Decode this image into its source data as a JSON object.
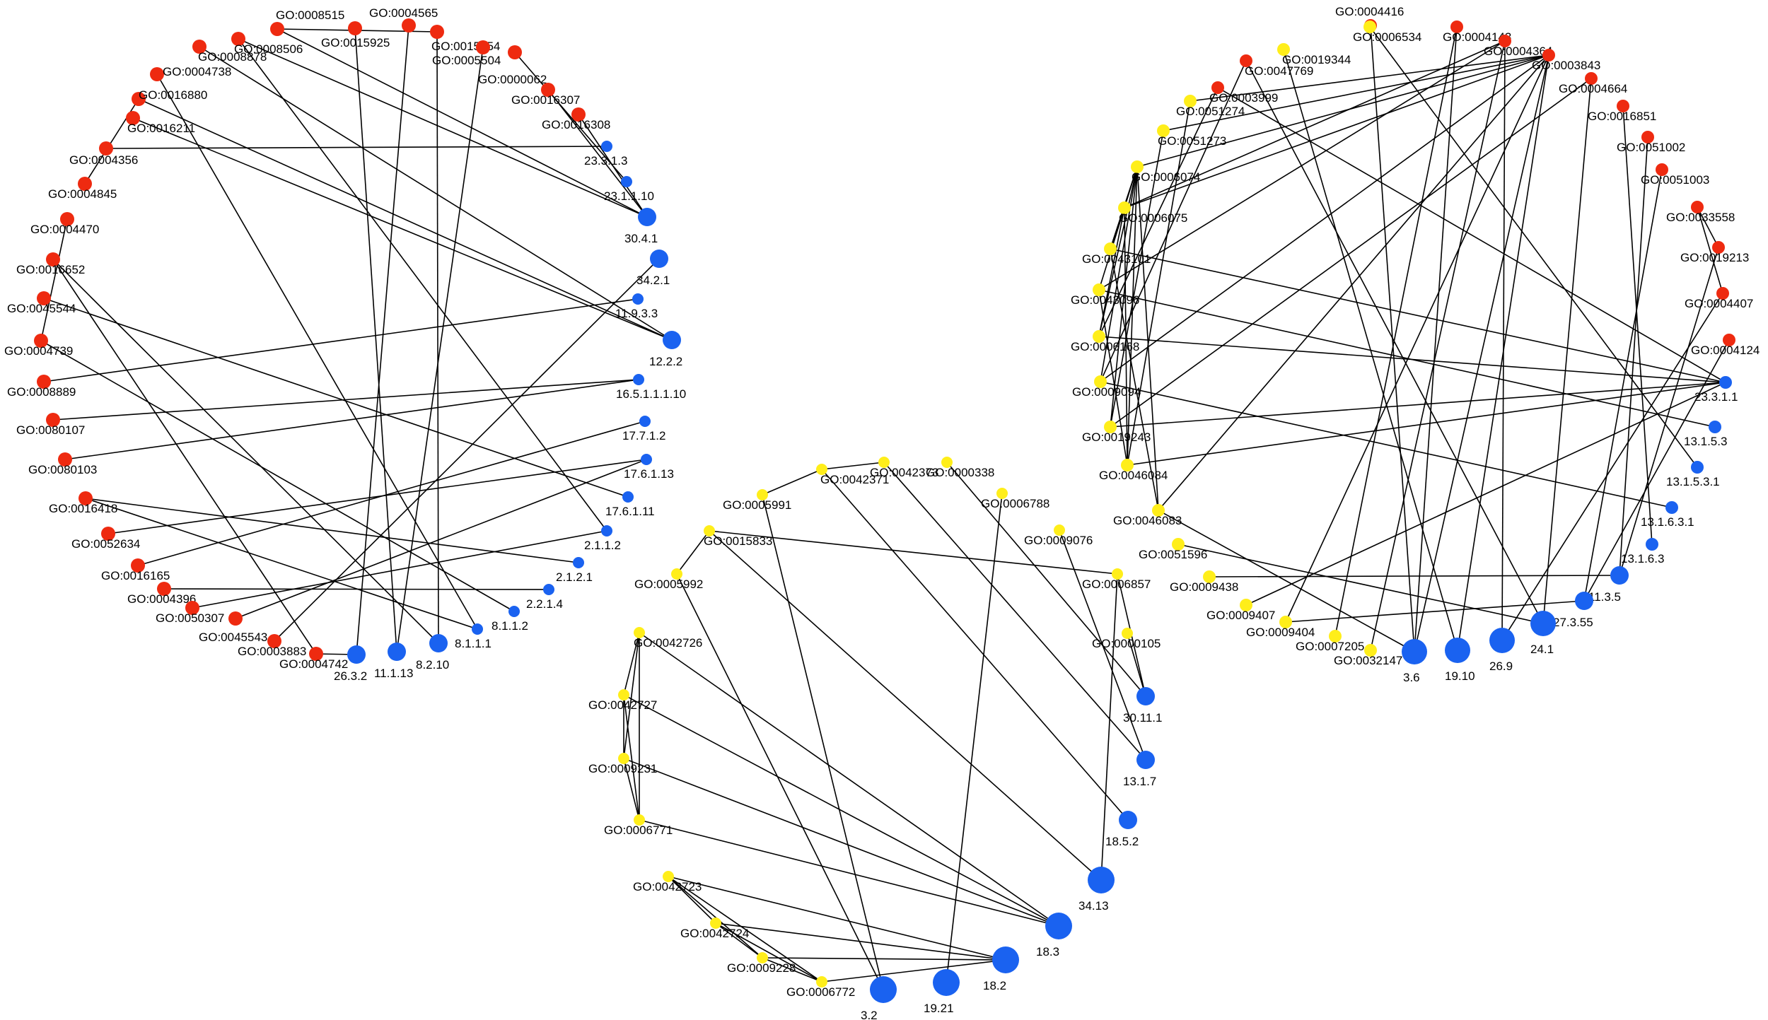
{
  "colors": {
    "go_a": "#ee2a10",
    "go_b": "#ffee1a",
    "target": "#1a62f0",
    "edge": "#000000"
  },
  "networks": [
    {
      "go_color": "#ee2a10",
      "go_nodes": [
        "GO:0008515",
        "GO:0004565",
        "GO:0008506",
        "GO:0015925",
        "GO:0015154",
        "GO:0008878",
        "GO:0005504",
        "GO:0000062",
        "GO:0004738",
        "GO:0016307",
        "GO:0016880",
        "GO:0016308",
        "GO:0016211",
        "GO:0004356",
        "GO:0004845",
        "GO:0004470",
        "GO:0016652",
        "GO:0045544",
        "GO:0004739",
        "GO:0008889",
        "GO:0080107",
        "GO:0080103",
        "GO:0016418",
        "GO:0052634",
        "GO:0016165",
        "GO:0004396",
        "GO:0050307",
        "GO:0045543",
        "GO:0003883",
        "GO:0004742"
      ],
      "targets": [
        "23.3.1.3",
        "23.1.1.10",
        "30.4.1",
        "34.2.1",
        "11.9.3.3",
        "12.2.2",
        "16.5.1.1.1.10",
        "17.7.1.2",
        "17.6.1.13",
        "17.6.1.11",
        "2.1.1.2",
        "2.1.2.1",
        "2.2.1.4",
        "8.1.1.2",
        "8.1.1.1",
        "8.2.10",
        "11.1.13",
        "26.3.2"
      ],
      "edges": [
        [
          "GO:0004356",
          "23.3.1.3"
        ],
        [
          "GO:0008889",
          "11.9.3.3"
        ],
        [
          "GO:0080107",
          "16.5.1.1.1.10"
        ],
        [
          "GO:0080103",
          "16.5.1.1.1.10"
        ],
        [
          "GO:0052634",
          "17.6.1.13"
        ],
        [
          "GO:0016165",
          "17.7.1.2"
        ],
        [
          "GO:0004396",
          "2.2.1.4"
        ],
        [
          "GO:0016418",
          "2.1.2.1"
        ],
        [
          "GO:0045543",
          "17.6.1.13"
        ],
        [
          "GO:0050307",
          "2.1.1.2"
        ],
        [
          "GO:0016418",
          "8.1.1.1"
        ],
        [
          "GO:0045544",
          "17.6.1.11"
        ],
        [
          "GO:0016652",
          "8.2.10"
        ],
        [
          "GO:0004739",
          "8.1.1.2"
        ],
        [
          "GO:0004738",
          "8.1.1.1"
        ],
        [
          "GO:0008878",
          "12.2.2"
        ],
        [
          "GO:0016880",
          "12.2.2"
        ],
        [
          "GO:0016211",
          "12.2.2"
        ],
        [
          "GO:0008506",
          "2.1.1.2"
        ],
        [
          "GO:0008515",
          "30.4.1"
        ],
        [
          "GO:0008506",
          "30.4.1"
        ],
        [
          "GO:0004565",
          "26.3.2"
        ],
        [
          "GO:0015925",
          "11.1.13"
        ],
        [
          "GO:0005504",
          "11.1.13"
        ],
        [
          "GO:0015154",
          "8.2.10"
        ],
        [
          "GO:0000062",
          "23.1.1.10"
        ],
        [
          "GO:0016307",
          "30.4.1"
        ],
        [
          "GO:0016308",
          "30.4.1"
        ],
        [
          "GO:0003883",
          "34.2.1"
        ],
        [
          "GO:0004742",
          "26.3.2"
        ],
        [
          "GO:0004470",
          "GO:0004739"
        ],
        [
          "GO:0008515",
          "GO:0015154"
        ],
        [
          "GO:0016652",
          "GO:0004742"
        ],
        [
          "GO:0004845",
          "GO:0016880"
        ]
      ]
    },
    {
      "go_color": "#ffee1a",
      "go_nodes": [
        "GO:0042371",
        "GO:0042373",
        "GO:0000338",
        "GO:0006788",
        "GO:0005991",
        "GO:0015833",
        "GO:0009076",
        "GO:0006857",
        "GO:0005992",
        "GO:0000105",
        "GO:0042726",
        "GO:0042727",
        "GO:0009231",
        "GO:0006771",
        "GO:0042723",
        "GO:0042724",
        "GO:0009228",
        "GO:0006772"
      ],
      "targets": [
        "30.11.1",
        "13.1.7",
        "18.5.2",
        "34.13",
        "18.3",
        "18.2",
        "19.21",
        "3.2"
      ],
      "edges": [
        [
          "GO:0042371",
          "GO:0042373"
        ],
        [
          "GO:0042371",
          "GO:0005991"
        ],
        [
          "GO:0015833",
          "GO:0005992"
        ],
        [
          "GO:0015833",
          "GO:0006857"
        ],
        [
          "GO:0015833",
          "34.13"
        ],
        [
          "GO:0042371",
          "18.5.2"
        ],
        [
          "GO:0042373",
          "13.1.7"
        ],
        [
          "GO:0000338",
          "30.11.1"
        ],
        [
          "GO:0006788",
          "19.21"
        ],
        [
          "GO:0009076",
          "13.1.7"
        ],
        [
          "GO:0006857",
          "30.11.1"
        ],
        [
          "GO:0000105",
          "30.11.1"
        ],
        [
          "GO:0006857",
          "34.13"
        ],
        [
          "GO:0005992",
          "3.2"
        ],
        [
          "GO:0005991",
          "3.2"
        ],
        [
          "GO:0042726",
          "GO:0042727"
        ],
        [
          "GO:0042726",
          "GO:0009231"
        ],
        [
          "GO:0042726",
          "GO:0006771"
        ],
        [
          "GO:0042727",
          "GO:0009231"
        ],
        [
          "GO:0042727",
          "GO:0006771"
        ],
        [
          "GO:0009231",
          "GO:0006771"
        ],
        [
          "GO:0042726",
          "18.3"
        ],
        [
          "GO:0042727",
          "18.3"
        ],
        [
          "GO:0009231",
          "18.3"
        ],
        [
          "GO:0006771",
          "18.3"
        ],
        [
          "GO:0042723",
          "GO:0042724"
        ],
        [
          "GO:0042723",
          "GO:0009228"
        ],
        [
          "GO:0042723",
          "GO:0006772"
        ],
        [
          "GO:0042724",
          "GO:0009228"
        ],
        [
          "GO:0042724",
          "GO:0006772"
        ],
        [
          "GO:0009228",
          "GO:0006772"
        ],
        [
          "GO:0042723",
          "18.2"
        ],
        [
          "GO:0042724",
          "18.2"
        ],
        [
          "GO:0009228",
          "18.2"
        ],
        [
          "GO:0006772",
          "18.2"
        ]
      ]
    },
    {
      "go_color_a": "#ee2a10",
      "go_color_b": "#ffee1a",
      "go_nodes": [
        "GO:0004416",
        "GO:0006534",
        "GO:0004143",
        "GO:0019344",
        "GO:0004364",
        "GO:0047769",
        "GO:0003843",
        "GO:0003999",
        "GO:0004664",
        "GO:0051274",
        "GO:0016851",
        "GO:0051273",
        "GO:0051002",
        "GO:0006074",
        "GO:0051003",
        "GO:0006075",
        "GO:0033558",
        "GO:0019213",
        "GO:0043101",
        "GO:0004407",
        "GO:0043096",
        "GO:0004124",
        "GO:0006168",
        "GO:0009094",
        "GO:0019243",
        "GO:0046084",
        "GO:0046083",
        "GO:0051596",
        "GO:0009438",
        "GO:0009407",
        "GO:0009404",
        "GO:0007205",
        "GO:0032147"
      ],
      "targets": [
        "23.3.1.1",
        "13.1.5.3",
        "13.1.5.3.1",
        "13.1.6.3.1",
        "13.1.6.3",
        "11.3.5",
        "27.3.55",
        "24.1",
        "26.9",
        "19.10",
        "3.6"
      ],
      "edges": [
        [
          "GO:0004416",
          "GO:0006534"
        ],
        [
          "GO:0004416",
          "3.6"
        ],
        [
          "GO:0006534",
          "13.1.5.3.1"
        ],
        [
          "GO:0004143",
          "3.6"
        ],
        [
          "GO:0019344",
          "19.10"
        ],
        [
          "GO:0004364",
          "26.9"
        ],
        [
          "GO:0004364",
          "GO:0006075"
        ],
        [
          "GO:0004364",
          "GO:0043096"
        ],
        [
          "GO:0003843",
          "GO:0051274"
        ],
        [
          "GO:0003843",
          "GO:0051273"
        ],
        [
          "GO:0003843",
          "GO:0006074"
        ],
        [
          "GO:0003843",
          "GO:0006075"
        ],
        [
          "GO:0003843",
          "GO:0009094"
        ],
        [
          "GO:0003843",
          "GO:0046083"
        ],
        [
          "GO:0003843",
          "GO:0009404"
        ],
        [
          "GO:0003843",
          "3.6"
        ],
        [
          "GO:0003843",
          "19.10"
        ],
        [
          "GO:0047769",
          "24.1"
        ],
        [
          "GO:0003999",
          "GO:0006168"
        ],
        [
          "GO:0003999",
          "23.3.1.1"
        ],
        [
          "GO:0004664",
          "24.1"
        ],
        [
          "GO:0004664",
          "GO:0019243"
        ],
        [
          "GO:0016851",
          "13.1.6.3"
        ],
        [
          "GO:0051002",
          "11.3.5"
        ],
        [
          "GO:0051003",
          "27.3.55"
        ],
        [
          "GO:0033558",
          "GO:0019213"
        ],
        [
          "GO:0033558",
          "GO:0004407"
        ],
        [
          "GO:0019213",
          "11.3.5"
        ],
        [
          "GO:0004407",
          "26.9"
        ],
        [
          "GO:0004124",
          "27.3.55"
        ],
        [
          "GO:0043101",
          "23.3.1.1"
        ],
        [
          "GO:0043096",
          "13.1.5.3"
        ],
        [
          "GO:0006168",
          "23.3.1.1"
        ],
        [
          "GO:0009094",
          "13.1.6.3.1"
        ],
        [
          "GO:0019243",
          "23.3.1.1"
        ],
        [
          "GO:0046084",
          "23.3.1.1"
        ],
        [
          "GO:0046083",
          "3.6"
        ],
        [
          "GO:0051596",
          "24.1"
        ],
        [
          "GO:0009438",
          "11.3.5"
        ],
        [
          "GO:0009407",
          "23.3.1.1"
        ],
        [
          "GO:0009404",
          "27.3.55"
        ],
        [
          "GO:0007205",
          "GO:0004143"
        ],
        [
          "GO:0032147",
          "GO:0004364"
        ],
        [
          "GO:0006074",
          "GO:0043101"
        ],
        [
          "GO:0006074",
          "GO:0043096"
        ],
        [
          "GO:0006074",
          "GO:0006168"
        ],
        [
          "GO:0006074",
          "GO:0009094"
        ],
        [
          "GO:0006074",
          "GO:0019243"
        ],
        [
          "GO:0006074",
          "GO:0046084"
        ],
        [
          "GO:0006074",
          "GO:0046083"
        ],
        [
          "GO:0006075",
          "GO:0043101"
        ],
        [
          "GO:0006075",
          "GO:0006168"
        ],
        [
          "GO:0006075",
          "GO:0046084"
        ],
        [
          "GO:0043101",
          "GO:0046083"
        ],
        [
          "GO:0043096",
          "GO:0046084"
        ],
        [
          "GO:0051274",
          "GO:0046084"
        ],
        [
          "GO:0051273",
          "GO:0019243"
        ],
        [
          "GO:0047769",
          "GO:0009094"
        ]
      ]
    }
  ]
}
